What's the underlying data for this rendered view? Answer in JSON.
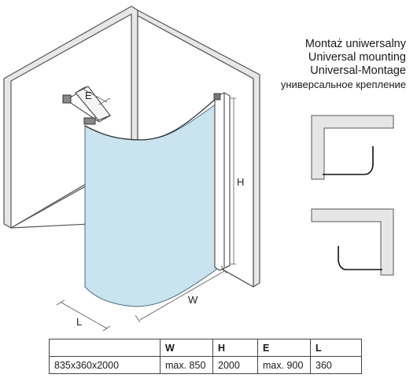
{
  "mounting": {
    "pl": "Montaż uniwersalny",
    "en": "Universal mounting",
    "de": "Universal-Montage",
    "ru": "универсальное крепление"
  },
  "dimensions": {
    "e": "E",
    "h": "H",
    "w": "W",
    "l": "L"
  },
  "table": {
    "headers": [
      "",
      "W",
      "H",
      "E",
      "L"
    ],
    "rows": [
      [
        "835x360x2000",
        "max. 850",
        "2000",
        "max. 900",
        "360"
      ]
    ]
  },
  "colors": {
    "glass": "#c9e4ef",
    "wall": "#e6e6e6",
    "outline": "#555555"
  }
}
